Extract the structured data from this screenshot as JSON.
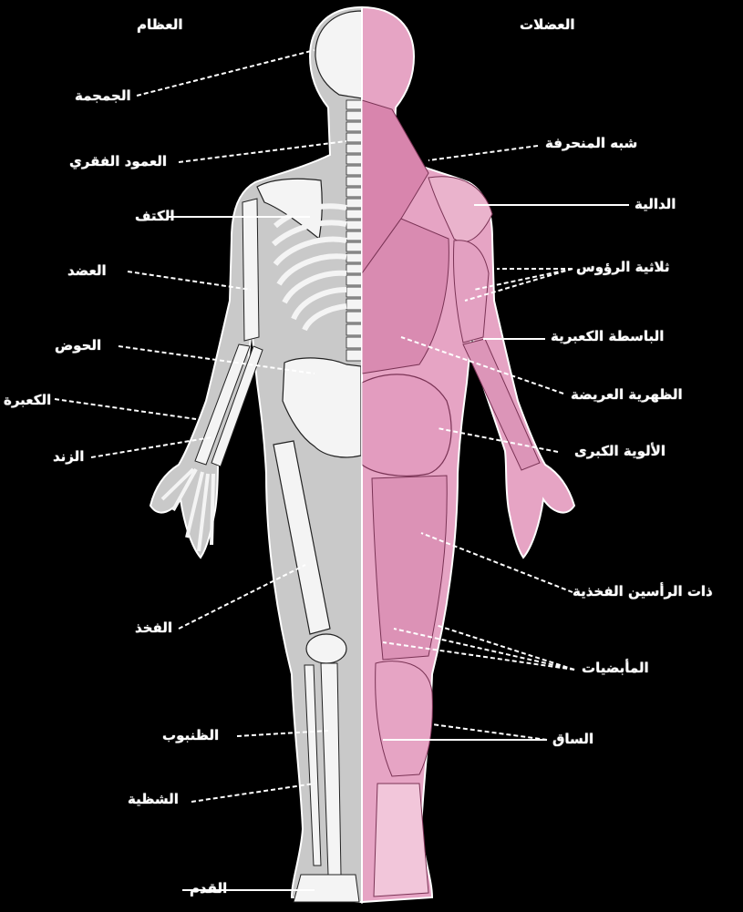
{
  "headings": {
    "bones": "العظام",
    "muscles": "العضلات"
  },
  "bone_labels": [
    "الجمجمة",
    "العمود الفقري",
    "الكتف",
    "العضد",
    "الحوض",
    "الكعبرة",
    "الزند",
    "الفخذ",
    "الظنبوب",
    "الشظية",
    "القدم"
  ],
  "muscle_labels": [
    "شبه المنحرفة",
    "الدالية",
    "ثلاثية الرؤوس",
    "الباسطة الكعبرية",
    "الظهرية العريضة",
    "الألوية الكبرى",
    "ذات الرأسين الفخذية",
    "المأبضيات",
    "الساق"
  ],
  "colors": {
    "background": "#000000",
    "skeleton_fill": "#c9c9c9",
    "bone": "#f4f4f4",
    "muscle": "#e6a4c4",
    "muscle_dark": "#b8688f",
    "leader_line": "#ffffff"
  }
}
